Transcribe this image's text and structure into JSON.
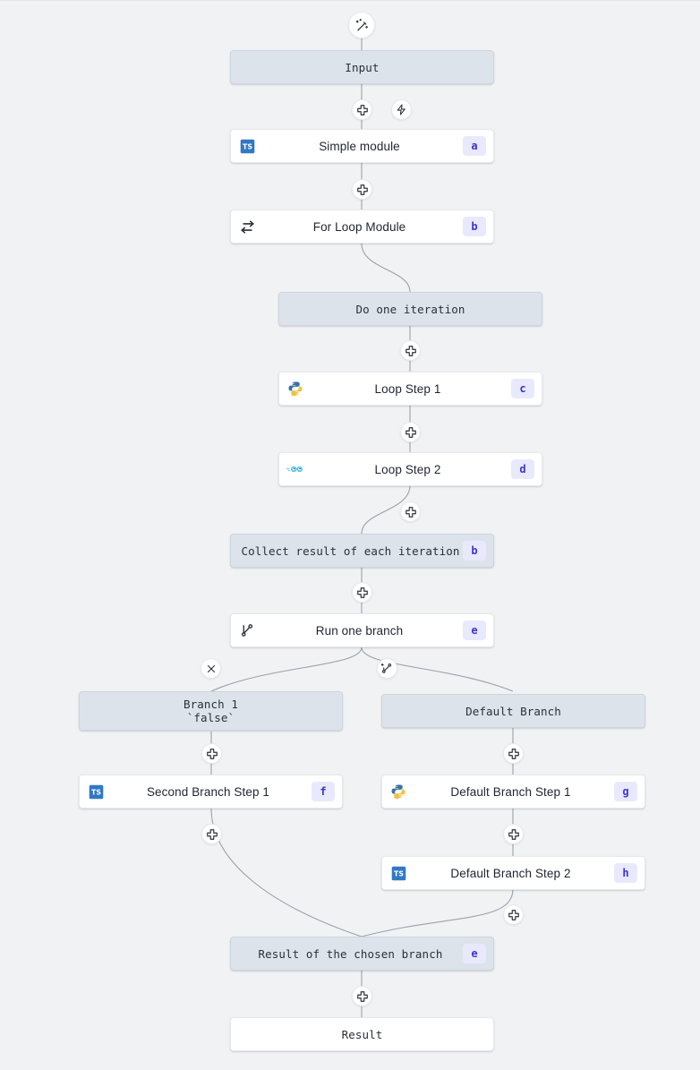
{
  "canvas": {
    "background": "#f1f2f4",
    "node_frame_color": "#dde3ea",
    "node_module_color": "#ffffff",
    "badge_bg": "#e8e9fd",
    "badge_fg": "#3b35cc",
    "edge_color": "#9aa1ab"
  },
  "top_handle": {
    "icon": "magic-wand-icon"
  },
  "nodes": [
    {
      "id": "input",
      "label": "Input",
      "kind": "frame",
      "badge": "",
      "icon": ""
    },
    {
      "id": "simple-module",
      "label": "Simple module",
      "kind": "module",
      "badge": "a",
      "icon": "typescript-icon"
    },
    {
      "id": "for-loop-module",
      "label": "For Loop Module",
      "kind": "module",
      "badge": "b",
      "icon": "loop-icon"
    },
    {
      "id": "do-one-iteration",
      "label": "Do one iteration",
      "kind": "frame",
      "badge": "",
      "icon": ""
    },
    {
      "id": "loop-step-1",
      "label": "Loop Step 1",
      "kind": "module",
      "badge": "c",
      "icon": "python-icon"
    },
    {
      "id": "loop-step-2",
      "label": "Loop Step 2",
      "kind": "module",
      "badge": "d",
      "icon": "go-icon"
    },
    {
      "id": "collect-result",
      "label": "Collect result of each iteration",
      "kind": "frame",
      "badge": "b",
      "icon": ""
    },
    {
      "id": "run-one-branch",
      "label": "Run one branch",
      "kind": "module",
      "badge": "e",
      "icon": "branch-icon"
    },
    {
      "id": "branch-1",
      "label": "Branch 1\n`false`",
      "kind": "frame",
      "badge": "",
      "icon": ""
    },
    {
      "id": "default-branch",
      "label": "Default Branch",
      "kind": "frame",
      "badge": "",
      "icon": ""
    },
    {
      "id": "second-branch-step-1",
      "label": "Second Branch Step 1",
      "kind": "module",
      "badge": "f",
      "icon": "typescript-icon"
    },
    {
      "id": "default-branch-step-1",
      "label": "Default Branch Step 1",
      "kind": "module",
      "badge": "g",
      "icon": "python-icon"
    },
    {
      "id": "default-branch-step-2",
      "label": "Default Branch Step 2",
      "kind": "module",
      "badge": "h",
      "icon": "typescript-icon"
    },
    {
      "id": "result-chosen",
      "label": "Result of the chosen branch",
      "kind": "frame",
      "badge": "e",
      "icon": ""
    },
    {
      "id": "result",
      "label": "Result",
      "kind": "plain",
      "badge": "",
      "icon": ""
    }
  ],
  "handles": [
    {
      "id": "add-after-input",
      "icon": "plus-icon"
    },
    {
      "id": "trigger-after-input",
      "icon": "lightning-icon"
    },
    {
      "id": "add-after-simple-module",
      "icon": "plus-icon"
    },
    {
      "id": "add-after-do-one-iteration",
      "icon": "plus-icon"
    },
    {
      "id": "add-after-loop-step-1",
      "icon": "plus-icon"
    },
    {
      "id": "add-after-loop-step-2",
      "icon": "plus-icon"
    },
    {
      "id": "add-after-collect-result",
      "icon": "plus-icon"
    },
    {
      "id": "remove-branch",
      "icon": "close-icon"
    },
    {
      "id": "add-branch",
      "icon": "branch-plus-icon"
    },
    {
      "id": "add-after-branch-1",
      "icon": "plus-icon"
    },
    {
      "id": "add-after-default-branch",
      "icon": "plus-icon"
    },
    {
      "id": "add-after-second-branch-step-1",
      "icon": "plus-icon"
    },
    {
      "id": "add-after-default-branch-step-1",
      "icon": "plus-icon"
    },
    {
      "id": "add-after-default-branch-step-2",
      "icon": "plus-icon"
    },
    {
      "id": "add-after-result-chosen",
      "icon": "plus-icon"
    }
  ]
}
